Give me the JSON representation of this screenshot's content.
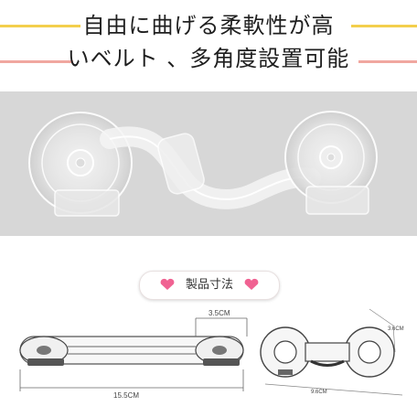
{
  "headline": {
    "line1": "自由に曲げる柔軟性が高",
    "line2": "いベルト 、多角度設置可能"
  },
  "section": {
    "label": "製品寸法"
  },
  "dimensions": {
    "height_side": "3.5CM",
    "length_side": "15.5CM",
    "height_top": "3.6CM",
    "width_top": "9.6CM"
  },
  "colors": {
    "accent_yellow": "#f3cf4c",
    "accent_pink": "#f0a7a0",
    "heart": "#f06292",
    "photo_bg": "#d7d7d7"
  },
  "icons": [
    "heart-icon"
  ]
}
